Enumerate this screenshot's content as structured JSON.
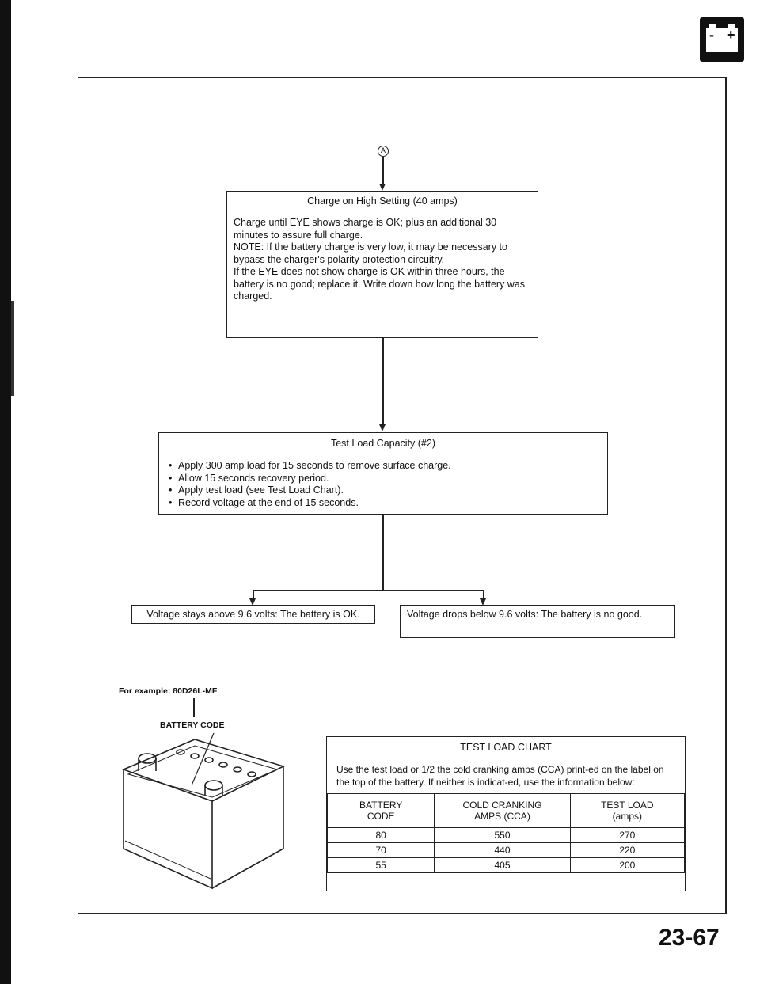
{
  "header": {
    "battery_icon_minus": "-",
    "battery_icon_plus": "+"
  },
  "flow": {
    "connector_label": "A",
    "charge_box": {
      "title": "Charge on High Setting (40 amps)",
      "body": [
        "Charge until EYE shows charge is OK; plus an additional 30 minutes to assure full charge.",
        "NOTE: If the battery charge is very low, it may be necessary to bypass the charger's polarity protection circuitry.",
        "If the EYE does not show charge is OK within three hours, the battery is no good; replace it. Write down how long the battery was charged."
      ]
    },
    "test_box": {
      "title": "Test Load Capacity (#2)",
      "bullets": [
        "Apply 300 amp load for 15 seconds to remove surface charge.",
        "Allow 15 seconds recovery period.",
        "Apply test load (see Test Load Chart).",
        "Record voltage at the end of 15 seconds."
      ]
    },
    "result_ok": "Voltage stays above 9.6 volts: The battery is OK.",
    "result_bad": "Voltage drops below 9.6 volts: The battery is no good."
  },
  "battery_example": {
    "example_label": "For example: 80D26L-MF",
    "code_label": "BATTERY CODE"
  },
  "load_chart": {
    "title": "TEST LOAD CHART",
    "intro": "Use the test load or 1/2 the cold cranking amps (CCA) print-ed on the label on the top of the battery. If neither is indicat-ed, use the information below:",
    "headers": [
      [
        "BATTERY",
        "CODE"
      ],
      [
        "COLD CRANKING",
        "AMPS (CCA)"
      ],
      [
        "TEST LOAD",
        "(amps)"
      ]
    ],
    "rows": [
      [
        "80",
        "550",
        "270"
      ],
      [
        "70",
        "440",
        "220"
      ],
      [
        "55",
        "405",
        "200"
      ]
    ]
  },
  "page_number": "23-67"
}
